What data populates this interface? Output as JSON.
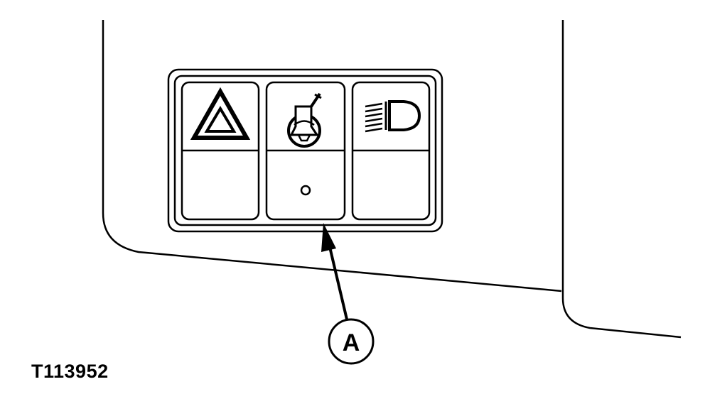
{
  "callout": {
    "label": "A"
  },
  "figure": {
    "id": "T113952"
  },
  "switch_panel": {
    "switches": [
      {
        "icon": "hazard-warning-icon"
      },
      {
        "icon": "work-light-icon",
        "indicator": "indicator-lamp"
      },
      {
        "icon": "headlight-icon"
      }
    ]
  },
  "colors": {
    "line": "#000000",
    "background": "#ffffff"
  }
}
